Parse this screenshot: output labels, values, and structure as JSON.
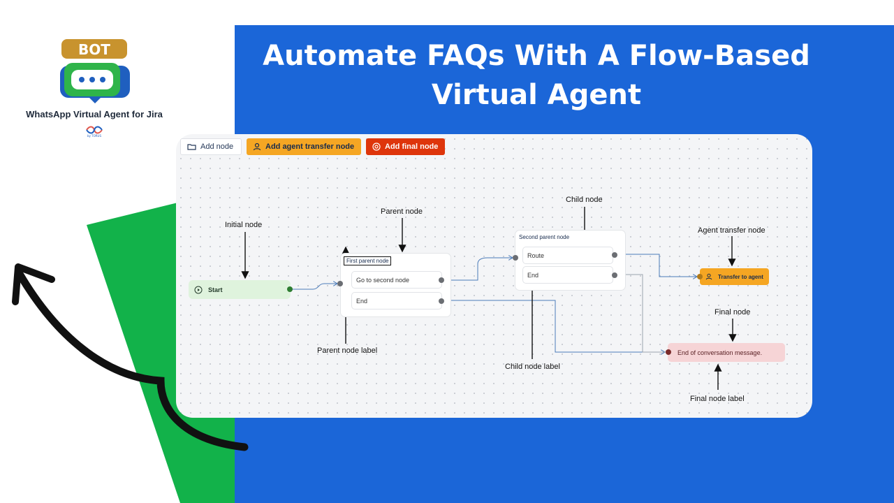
{
  "headline": {
    "line1": "Automate FAQs With A Flow-Based",
    "line2": "Virtual Agent"
  },
  "brand": {
    "logo_badge": "BOT",
    "name": "WhatsApp Virtual Agent for Jira",
    "sublogo_text": "by TORUS"
  },
  "toolbar": {
    "add_node": "Add node",
    "add_agent_transfer_node": "Add agent transfer node",
    "add_final_node": "Add final node"
  },
  "flow": {
    "start": "Start",
    "first_parent": {
      "label": "First parent node",
      "children": [
        "Go to second node",
        "End"
      ]
    },
    "second_parent": {
      "label": "Second parent node",
      "children": [
        "Route",
        "End"
      ]
    },
    "agent_transfer": "Transfer to agent",
    "final": "End of conversation message."
  },
  "annotations": {
    "initial_node": "Initial node",
    "parent_node": "Parent node",
    "parent_node_label": "Parent node label",
    "child_node": "Child node",
    "child_node_label": "Child node label",
    "agent_transfer_node": "Agent transfer node",
    "final_node": "Final node",
    "final_node_label": "Final node label"
  },
  "colors": {
    "background_blue": "#1b66d8",
    "accent_green": "#12b24a",
    "agent_orange": "#f5a623",
    "final_red": "#de350b",
    "start_green": "#dff3dd",
    "final_pink": "#f6d4d6"
  },
  "icons": {
    "add_node": "folder-icon",
    "agent": "person-icon",
    "final": "target-icon",
    "start": "play-circle-icon"
  }
}
